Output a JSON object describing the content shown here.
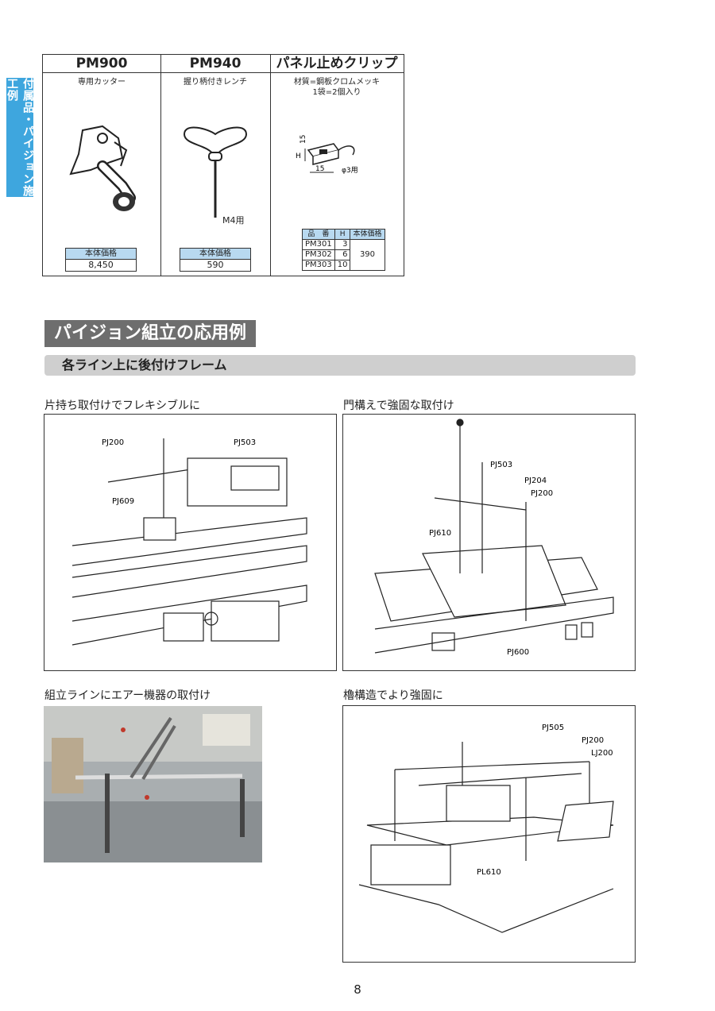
{
  "side_tab": "付属品・パイジョン施工例",
  "products": [
    {
      "model": "PM900",
      "desc": "専用カッター",
      "price_label": "本体価格",
      "price": "8,450"
    },
    {
      "model": "PM940",
      "desc": "握り柄付きレンチ",
      "note": "M4用",
      "price_label": "本体価格",
      "price": "590"
    },
    {
      "model": "パネル止めクリップ",
      "desc_line1": "材質=鋼板クロムメッキ",
      "desc_line2": "1袋=2個入り",
      "dims": {
        "h": "H",
        "fifteen_v": "15",
        "fifteen_h": "15",
        "hole": "φ3用"
      },
      "variants": {
        "headers": [
          "品　番",
          "H",
          "本体価格"
        ],
        "rows": [
          [
            "PM301",
            "3"
          ],
          [
            "PM302",
            "6"
          ],
          [
            "PM303",
            "10"
          ]
        ],
        "price": "390"
      }
    }
  ],
  "section_title": "パイジョン組立の応用例",
  "sub_title": "各ライン上に後付けフレーム",
  "examples": [
    {
      "caption": "片持ち取付けでフレキシブルに",
      "labels": [
        "PJ200",
        "PJ503",
        "PJ609"
      ]
    },
    {
      "caption": "門構えで強固な取付け",
      "labels": [
        "PJ503",
        "PJ204",
        "PJ200",
        "PJ610",
        "PJ600"
      ]
    },
    {
      "caption": "組立ラインにエアー機器の取付け"
    },
    {
      "caption": "櫓構造でより強固に",
      "labels": [
        "PJ505",
        "PJ200",
        "LJ200",
        "PL610"
      ]
    }
  ],
  "page_number": "8",
  "colors": {
    "accent_blue": "#3ea6de",
    "price_bg": "#b8d9f0",
    "title_bg": "#6e6e6e",
    "bar_bg": "#cfcfcf"
  }
}
